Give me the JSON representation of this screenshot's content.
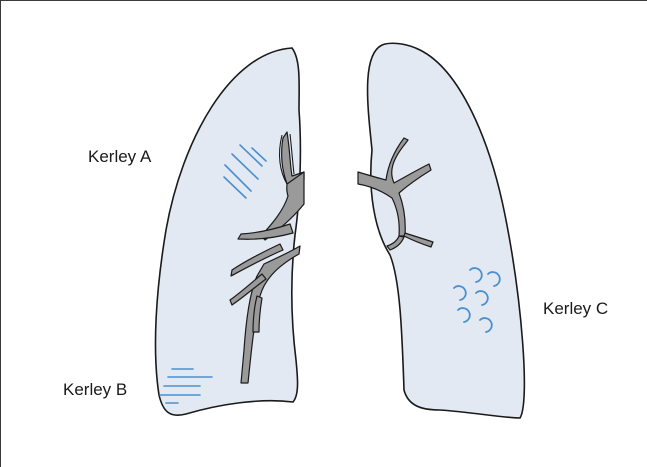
{
  "labels": {
    "kerley_a": "Kerley A",
    "kerley_b": "Kerley B",
    "kerley_c": "Kerley C"
  },
  "colors": {
    "lung_fill": "#e3e9f2",
    "outline": "#1a1a1a",
    "vessel_fill": "#9a9a9a",
    "kerley_lines": "#4a8fd0",
    "frame": "#3a3a3a"
  }
}
